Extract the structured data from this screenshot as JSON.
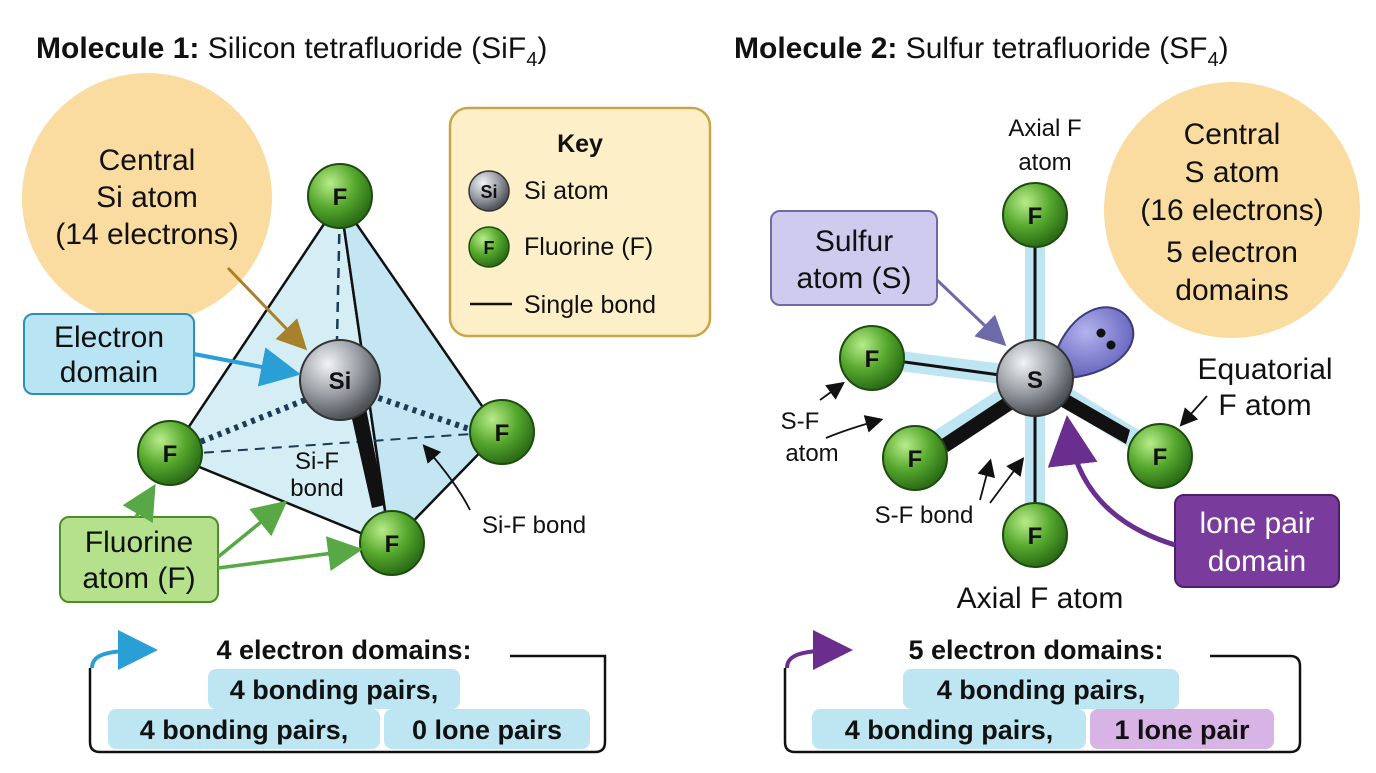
{
  "colors": {
    "orange_bubble": "#fbdca0",
    "blue_label": "#b8e4f3",
    "green_label": "#b5e08c",
    "purple_label": "#cfcbef",
    "lone_pair_label": "#7a3c9c",
    "highlight_blue": "#bde6f2",
    "highlight_purple": "#d7b3e6",
    "key_bg": "#fdf0c8",
    "atom_green": "#4c9e2a",
    "atom_gray": "#8b9096",
    "arrow_blue": "#2a9fd6",
    "arrow_purple": "#6a2f8e",
    "arrow_green": "#58a845",
    "arrow_gold": "#b08a2a"
  },
  "molecule1": {
    "title_bold": "Molecule 1:",
    "title_rest": "Silicon tetrafluoride (SiF",
    "title_sub": "4",
    "title_close": ")",
    "central_bubble": [
      "Central",
      "Si atom",
      "(14 electrons)"
    ],
    "electron_domain_label": [
      "Electron",
      "domain"
    ],
    "fluorine_label": [
      "Fluorine",
      "atom (F)"
    ],
    "central_atom": "Si",
    "f_atom": "F",
    "inner_bond_label": [
      "Si-F",
      "bond"
    ],
    "outer_bond_label": "Si-F bond",
    "key": {
      "title": "Key",
      "si_symbol": "Si",
      "si_label": "Si atom",
      "f_symbol": "F",
      "f_label": "Fluorine (F)",
      "bond_label": "Single bond"
    },
    "summary": {
      "heading": "4 electron domains:",
      "row1": "4 bonding pairs,",
      "row2a": "4 bonding pairs,",
      "row2b": "0 lone pairs"
    }
  },
  "molecule2": {
    "title_bold": "Molecule 2:",
    "title_rest": "Sulfur tetrafluoride (SF",
    "title_sub": "4",
    "title_close": ")",
    "central_bubble": [
      "Central",
      "S atom",
      "(16 electrons)",
      "5 electron",
      "domains"
    ],
    "sulfur_label": [
      "Sulfur",
      "atom (S)"
    ],
    "central_atom": "S",
    "f_atom": "F",
    "axial_top_label": [
      "Axial F",
      "atom"
    ],
    "axial_bottom_label": "Axial F atom",
    "equatorial_label": [
      "Equatorial",
      "F atom"
    ],
    "sf_atom_label": [
      "S-F",
      "atom"
    ],
    "sf_bond_label": "S-F bond",
    "lone_pair_label": [
      "lone pair",
      "domain"
    ],
    "summary": {
      "heading": "5 electron domains:",
      "row1": "4 bonding pairs,",
      "row2a": "4 bonding pairs,",
      "row2b": "1 lone pair"
    }
  }
}
